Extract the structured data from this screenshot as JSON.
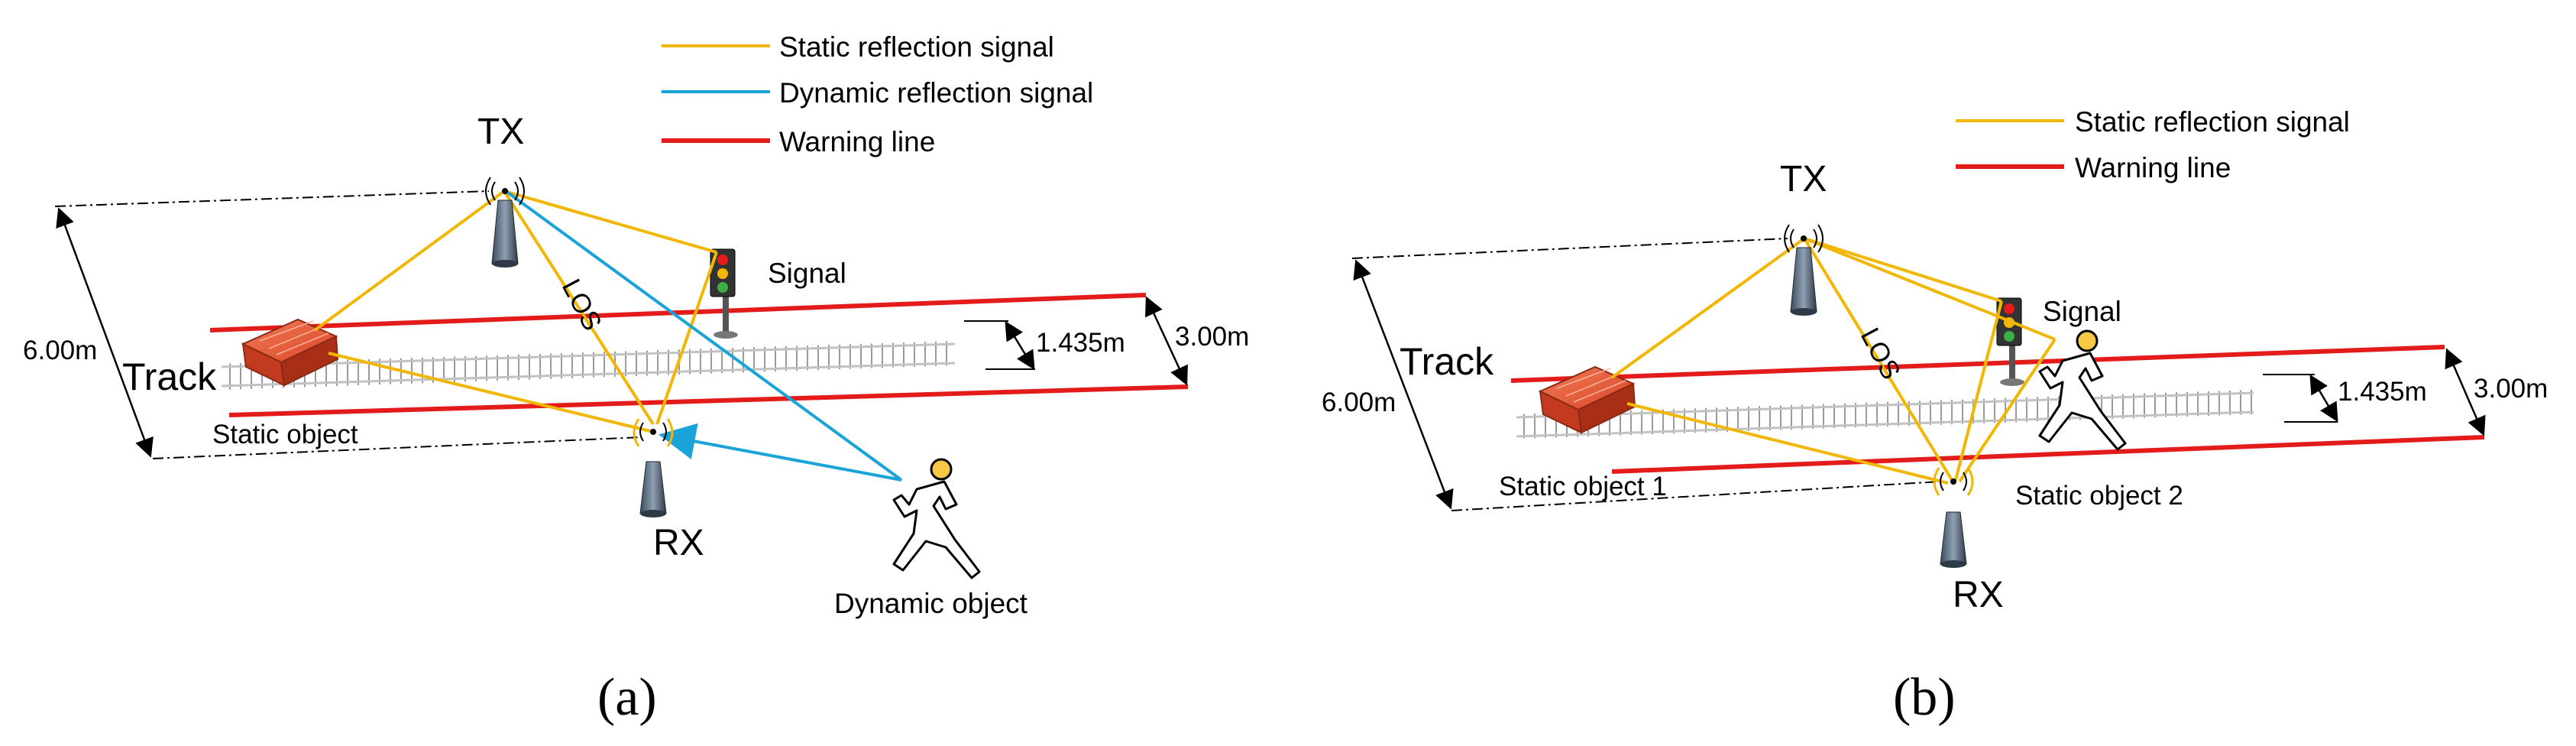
{
  "panel_a": {
    "legend": {
      "static": "Static reflection signal",
      "dynamic": "Dynamic reflection signal",
      "warning": "Warning line"
    },
    "labels": {
      "tx": "TX",
      "rx": "RX",
      "signal": "Signal",
      "los": "LOS",
      "track": "Track",
      "static_object": "Static object",
      "dynamic_object": "Dynamic object",
      "width_total": "6.00m",
      "gauge": "1.435m",
      "warning_width": "3.00m"
    },
    "caption": "(a)"
  },
  "panel_b": {
    "legend": {
      "static": "Static reflection signal",
      "warning": "Warning line"
    },
    "labels": {
      "tx": "TX",
      "rx": "RX",
      "signal": "Signal",
      "los": "LOS",
      "track": "Track",
      "static_object_1": "Static object 1",
      "static_object_2": "Static  object 2",
      "width_total": "6.00m",
      "gauge": "1.435m",
      "warning_width": "3.00m"
    },
    "caption": "(b)"
  },
  "colors": {
    "static_reflection": "#f2b705",
    "dynamic_reflection": "#1aa3d9",
    "warning_line": "#e31b1b",
    "brick": "#e8573a",
    "figure_head": "#f6c843"
  }
}
